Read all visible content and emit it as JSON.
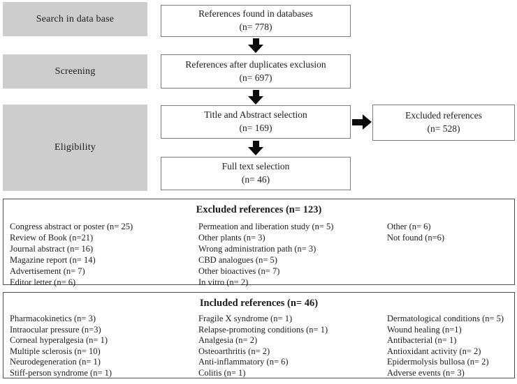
{
  "stages": [
    {
      "label": "Search in data base"
    },
    {
      "label": "Screening"
    },
    {
      "label": "Eligibility"
    }
  ],
  "flow_boxes": [
    {
      "line1": "References found in databases",
      "line2": "(n= 778)"
    },
    {
      "line1": "References after duplicates exclusion",
      "line2": "(n= 697)"
    },
    {
      "line1": "Title and Abstract selection",
      "line2": "(n= 169)"
    },
    {
      "line1": "Full text selection",
      "line2": "(n= 46)"
    }
  ],
  "excluded_box": {
    "line1": "Excluded references",
    "line2": "(n= 528)"
  },
  "excluded_panel": {
    "title": "Excluded references (n= 123)",
    "columns": [
      [
        "Congress abstract or poster (n= 25)",
        "Review of Book (n=21)",
        "Journal abstract (n= 16)",
        "Magazine report (n= 14)",
        "Advertisement (n= 7)",
        "Editor letter (n= 6)"
      ],
      [
        "Permeation and liberation study (n= 5)",
        "Other plants (n= 3)",
        "Wrong administration path (n= 3)",
        "CBD analogues (n= 5)",
        "Other bioactives (n= 7)",
        "In vitro (n= 2)"
      ],
      [
        "Other (n= 6)",
        "Not found (n=6)"
      ]
    ]
  },
  "included_panel": {
    "title": "Included references (n= 46)",
    "columns": [
      [
        "Pharmacokinetics (n= 3)",
        "Intraocular pressure (n=3)",
        "Corneal hyperalgesia (n= 1)",
        "Multiple sclerosis (n= 10)",
        "Neurodegeneration (n= 1)",
        "Stiff-person syndrome (n= 1)"
      ],
      [
        "Fragile X syndrome (n= 1)",
        "Relapse-promoting conditions (n= 1)",
        "Analgesia (n= 2)",
        "Osteoarthritis (n= 2)",
        "Anti-inflammatory (n= 6)",
        "Colitis (n= 1)"
      ],
      [
        "Dermatological conditions (n= 5)",
        "Wound healing (n=1)",
        "Antibacterial (n= 1)",
        "Antioxidant activity (n= 2)",
        "Epidermolysis bullosa (n= 2)",
        "Adverse events (n= 3)"
      ]
    ]
  },
  "colors": {
    "stage_background": "#cdcdcd",
    "box_border": "#7d7d7d",
    "panel_border": "#4f4f4f",
    "arrow": "#0a0a0a"
  }
}
